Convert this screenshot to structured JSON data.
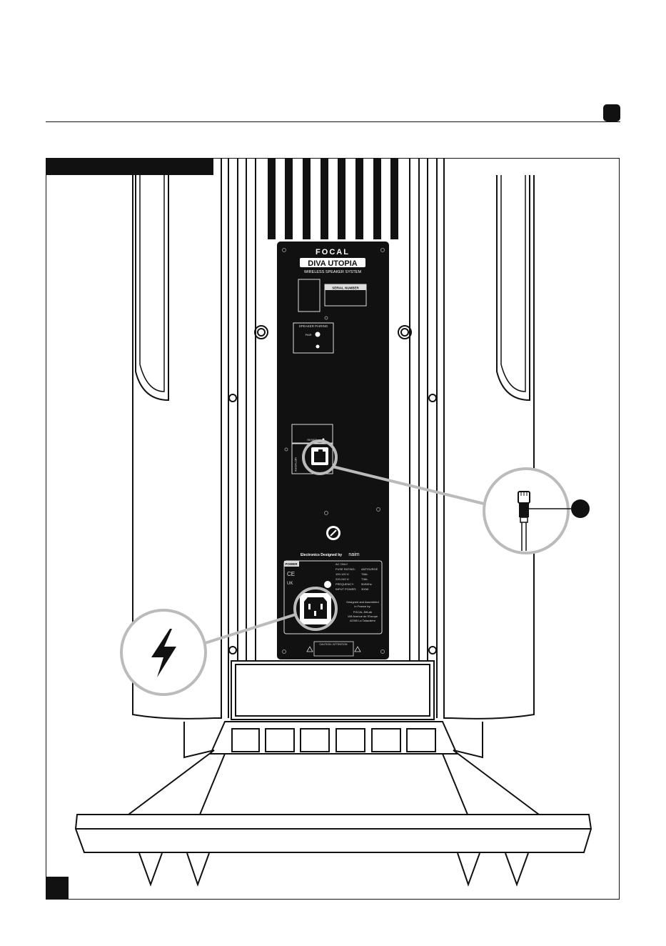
{
  "panel": {
    "brand": "FOCAL",
    "model": "DIVA UTOPIA",
    "subtitle": "WIRELESS SPEAKER SYSTEM",
    "serial_label": "SERIAL NUMBER",
    "pairing_label": "SPEAKER PAIRING",
    "pairing_led": "PAIR",
    "reset_label": "RESET",
    "network_label": "NETWORK",
    "designed_by": "Electronics Designed by",
    "designer_logo": "naim",
    "power_label": "POWER",
    "ac_only": "AC ONLY",
    "fuse_rating_label": "FUSE RATING:",
    "fuse_rating_value": "ANTISURGE",
    "voltage_1": "100-120 V:",
    "fuse_1": "T6AL",
    "voltage_2": "220-240 V:",
    "fuse_2": "T3AL",
    "frequency_label": "FREQUENCY:",
    "frequency_value": "50/60Hz",
    "input_power_label": "INPUT POWER:",
    "input_power_value": "300W",
    "assembled_1": "Designed and Assembled",
    "assembled_2": "in France by:",
    "company_1": "FOCAL JMLab",
    "company_2": "108 Avenue de l'Europe",
    "company_3": "42350 La Talaudière",
    "caution_title": "CAUTION / ATTENTION"
  }
}
